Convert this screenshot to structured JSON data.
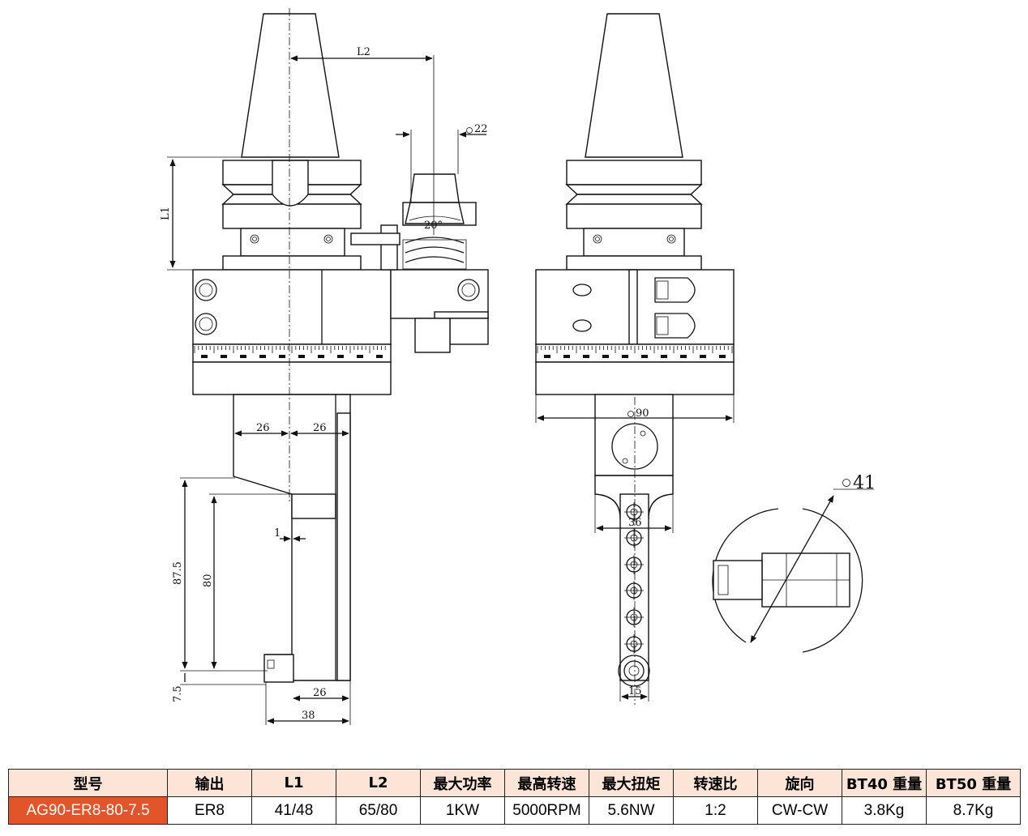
{
  "dimensions": {
    "front": {
      "l1": "L1",
      "l2": "L2",
      "d22": "22",
      "angle": "20°",
      "w26a": "26",
      "w26b": "26",
      "one": "1",
      "h875": "87.5",
      "h80": "80",
      "h75": "7.5",
      "w26c": "26",
      "w38": "38"
    },
    "side": {
      "d90": "90",
      "w36": "36",
      "w15": "15"
    },
    "detail": {
      "d41": "41"
    }
  },
  "table": {
    "headers": [
      "型号",
      "输出",
      "L1",
      "L2",
      "最大功率",
      "最高转速",
      "最大扭矩",
      "转速比",
      "旋向",
      "BT40 重量",
      "BT50 重量"
    ],
    "rows": [
      [
        "AG90-ER8-80-7.5",
        "ER8",
        "41/48",
        "65/80",
        "1KW",
        "5000RPM",
        "5.6NW",
        "1:2",
        "CW-CW",
        "3.8Kg",
        "8.7Kg"
      ]
    ]
  },
  "colors": {
    "header_bg": "#fce4d6",
    "model_bg": "#e2552a",
    "model_text": "#ffffff",
    "line": "#111111"
  }
}
